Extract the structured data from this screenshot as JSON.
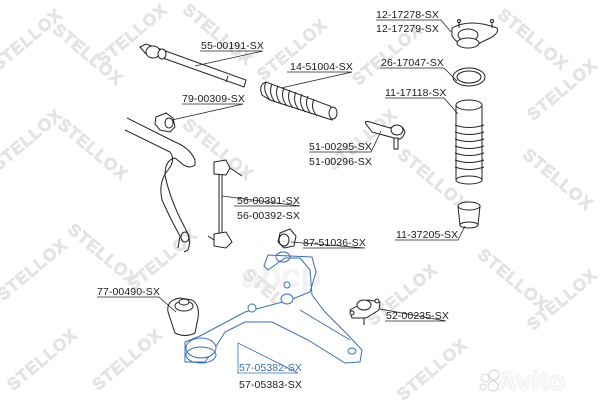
{
  "diagram": {
    "brand_watermark": "STELLOX",
    "overlay_watermark": "Avito",
    "center_watermark": "abcp",
    "highlight_color": "#3a6fb0",
    "line_color": "#222222",
    "parts": [
      {
        "id": "tie-rod",
        "labels": [
          "55-00191-SX"
        ]
      },
      {
        "id": "stabilizer-bushing",
        "labels": [
          "79-00309-SX"
        ]
      },
      {
        "id": "steering-boot",
        "labels": [
          "14-51004-SX"
        ]
      },
      {
        "id": "strut-mount",
        "labels": [
          "12-17278-SX",
          "12-17279-SX"
        ]
      },
      {
        "id": "strut-bearing",
        "labels": [
          "26-17047-SX"
        ]
      },
      {
        "id": "shock-boot",
        "labels": [
          "11-17118-SX"
        ]
      },
      {
        "id": "tie-rod-end",
        "labels": [
          "51-00295-SX",
          "51-00296-SX"
        ]
      },
      {
        "id": "stabilizer-link",
        "labels": [
          "56-00391-SX",
          "56-00392-SX"
        ]
      },
      {
        "id": "bump-stop",
        "labels": [
          "11-37205-SX"
        ]
      },
      {
        "id": "arm-bushing-small",
        "labels": [
          "87-51036-SX"
        ]
      },
      {
        "id": "arm-bushing-large",
        "labels": [
          "77-00490-SX"
        ]
      },
      {
        "id": "ball-joint",
        "labels": [
          "52-00235-SX"
        ]
      },
      {
        "id": "lower-control-arm",
        "labels": [
          "57-05382-SX",
          "57-05383-SX"
        ],
        "highlighted_label": "57-05382-SX"
      }
    ]
  }
}
